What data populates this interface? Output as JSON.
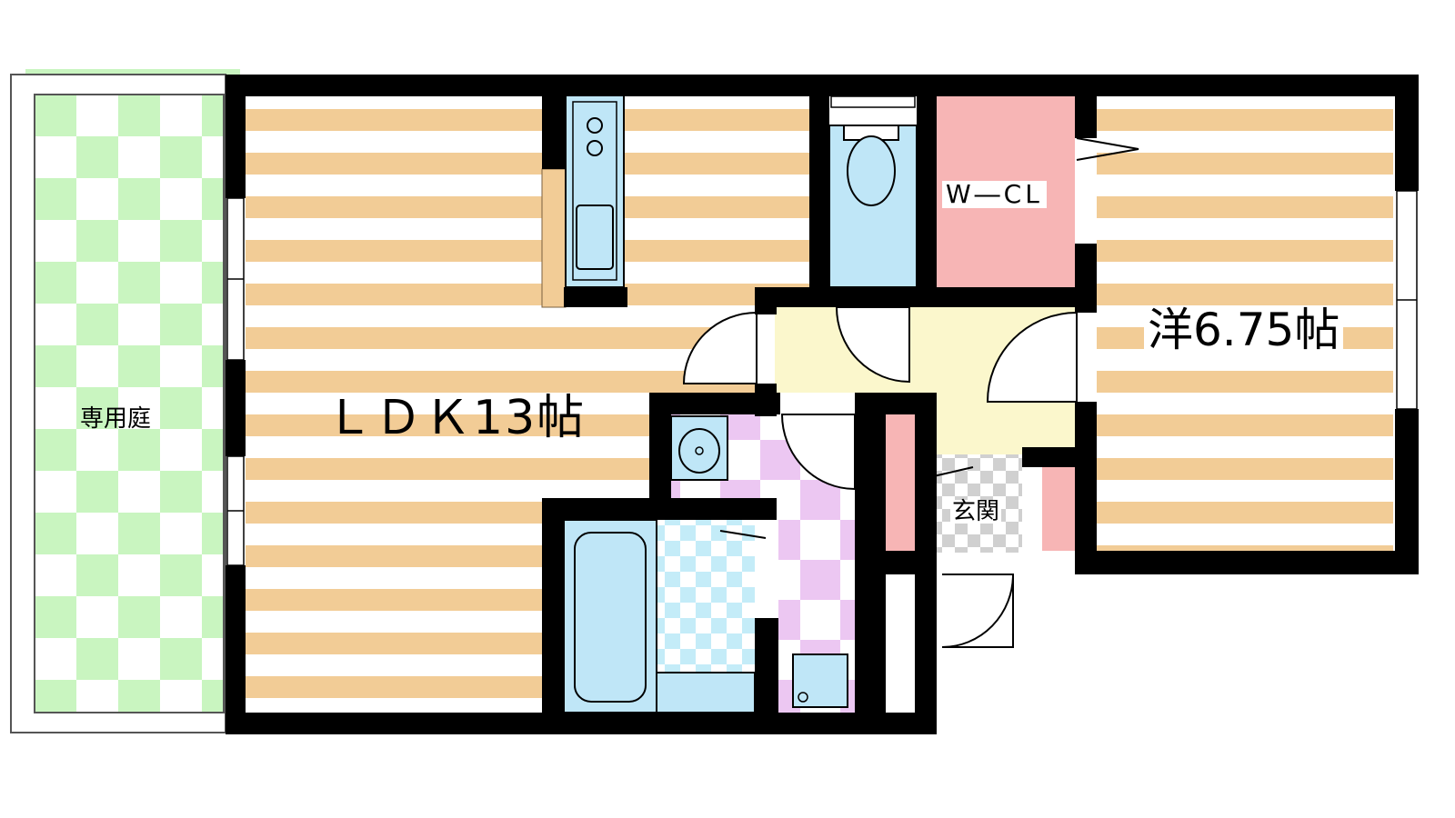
{
  "rooms": {
    "garden": {
      "label": "専用庭"
    },
    "ldk": {
      "label": "ＬＤＫ13帖"
    },
    "western": {
      "label": "洋6.75帖"
    },
    "closet": {
      "label": "W―CL"
    },
    "entrance": {
      "label": "玄関"
    }
  },
  "colors": {
    "wall": "#000000",
    "floor_stripe": "#f2cc96",
    "floor_base": "#ffffff",
    "garden_check": "#c9f5c0",
    "hall": "#fbf7cc",
    "closet": "#f7b5b5",
    "fixture_blue": "#bfe6f7",
    "bath_check": "#c4ecf8",
    "washroom_check": "#ecc7f2",
    "entrance_check": "#d0d0d0"
  }
}
